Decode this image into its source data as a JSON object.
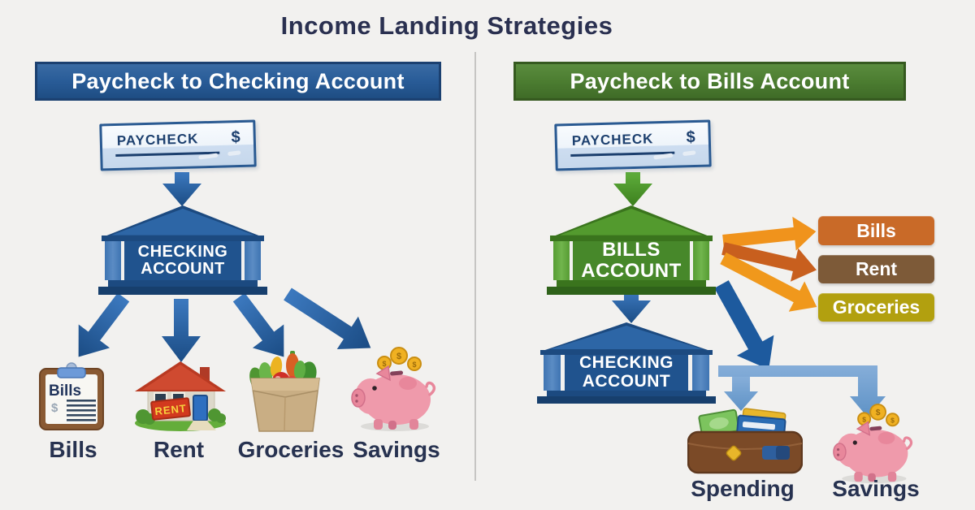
{
  "title": "Income Landing Strategies",
  "left_panel": {
    "header": "Paycheck to Checking Account",
    "paycheck_label": "PAYCHECK",
    "paycheck_currency": "$",
    "bank_line1": "CHECKING",
    "bank_line2": "ACCOUNT",
    "destinations": [
      {
        "label": "Bills"
      },
      {
        "label": "Rent"
      },
      {
        "label": "Groceries"
      },
      {
        "label": "Savings"
      }
    ],
    "bills_doc_title": "Bills",
    "bills_doc_currency": "$",
    "rent_sign": "RENT",
    "flows": [
      "Paycheck to Checking Account",
      "Checking Account to Bills",
      "Checking Account to Rent",
      "Checking Account to Groceries",
      "Checking Account to Savings"
    ]
  },
  "right_panel": {
    "header": "Paycheck to Bills Account",
    "paycheck_label": "PAYCHECK",
    "paycheck_currency": "$",
    "bills_bank_line1": "BILLS",
    "bills_bank_line2": "ACCOUNT",
    "checking_bank_line1": "CHECKING",
    "checking_bank_line2": "ACCOUNT",
    "expense_tags": [
      {
        "label": "Bills",
        "color": "#c96a28"
      },
      {
        "label": "Rent",
        "color": "#7d5a38"
      },
      {
        "label": "Groceries",
        "color": "#b2a00f"
      }
    ],
    "destinations": [
      {
        "label": "Spending"
      },
      {
        "label": "Savings"
      }
    ],
    "flows": [
      "Paycheck to Bills Account",
      "Bills Account to Bills",
      "Bills Account to Rent",
      "Bills Account to Groceries",
      "Bills Account to Checking Account",
      "Checking Account to Spending",
      "Checking Account to Savings"
    ]
  },
  "icons": {
    "coin_symbol": "$"
  },
  "colors": {
    "background": "#f2f1ef",
    "title_text": "#2a3050",
    "header_blue": "#2a5d99",
    "header_green": "#4c7d31",
    "bank_blue": "#20538e",
    "bank_green": "#47882a",
    "arrow_blue": "#2462a9",
    "arrow_green": "#4a9427",
    "arrow_orange": "#f0931c",
    "arrow_rust": "#c85f1e",
    "connector_blue": "#6f9fd2",
    "tag_bills": "#c96a28",
    "tag_rent": "#7d5a38",
    "tag_groceries": "#b2a00f",
    "label_text": "#273250"
  }
}
